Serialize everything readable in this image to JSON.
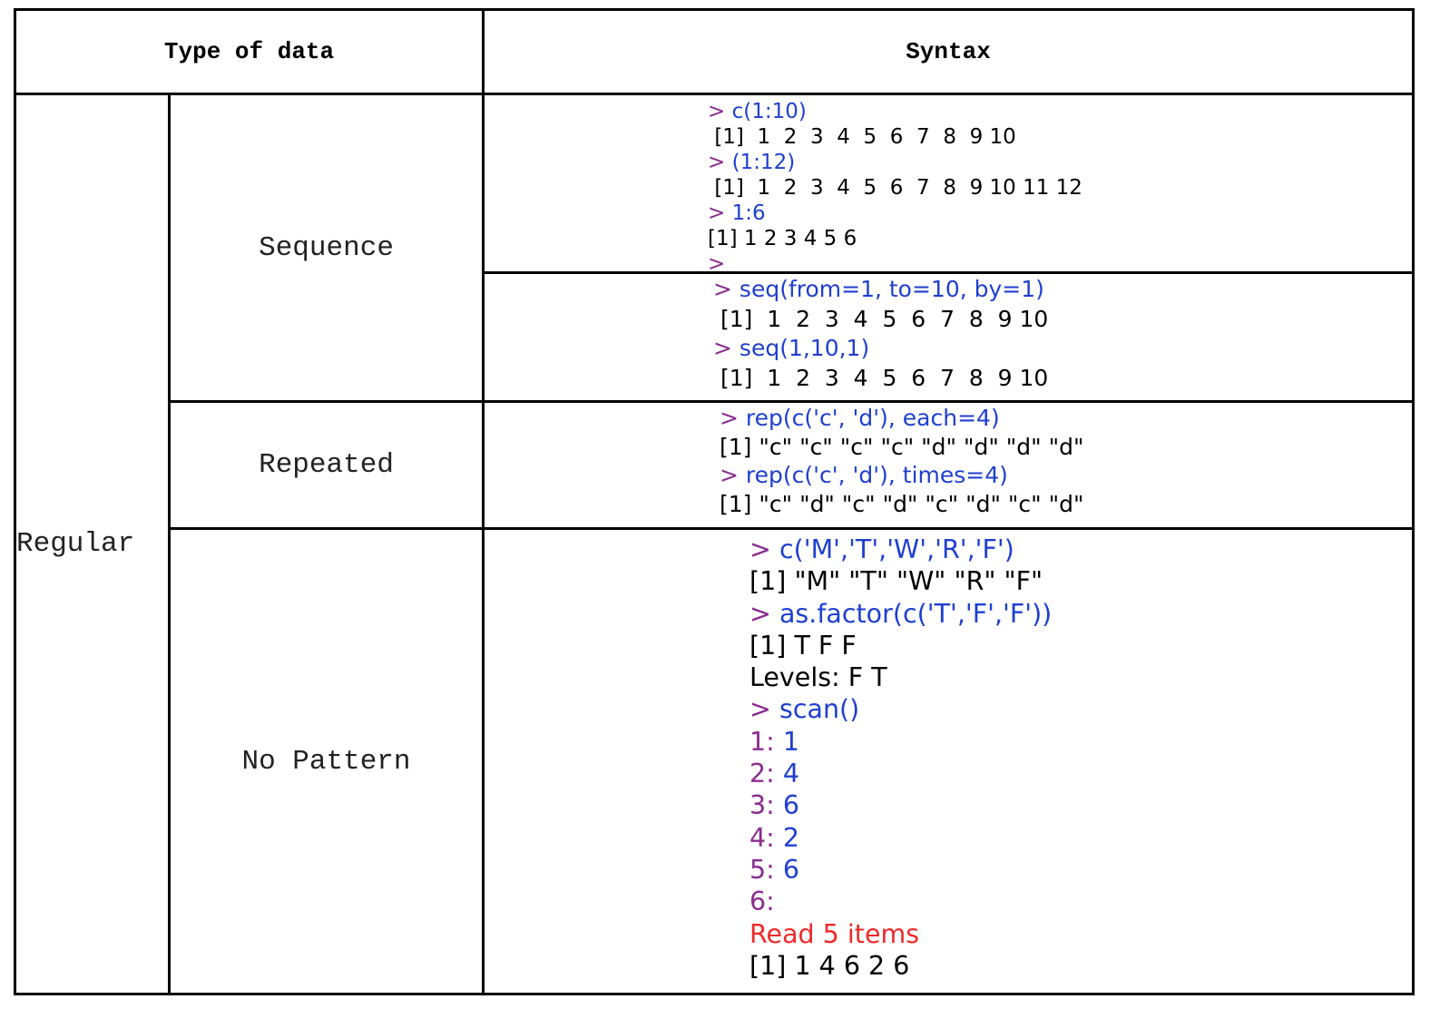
{
  "header": {
    "type_of_data": "Type of data",
    "syntax": "Syntax"
  },
  "categories": {
    "regular": "Regular",
    "sequence": "Sequence",
    "repeated": "Repeated",
    "no_pattern": "No Pattern"
  },
  "sequence_block_1": {
    "prompt": ">",
    "lines": [
      {
        "kind": "cmd",
        "text": "c(1:10)"
      },
      {
        "kind": "out",
        "text": " [1]  1  2  3  4  5  6  7  8  9 10"
      },
      {
        "kind": "cmd",
        "text": "(1:12)"
      },
      {
        "kind": "out",
        "text": " [1]  1  2  3  4  5  6  7  8  9 10 11 12"
      },
      {
        "kind": "cmd",
        "text": "1:6"
      },
      {
        "kind": "out",
        "text": "[1] 1 2 3 4 5 6"
      },
      {
        "kind": "prompt",
        "text": ""
      }
    ]
  },
  "sequence_block_2": {
    "prompt": ">",
    "lines": [
      {
        "kind": "cmd",
        "text": "seq(from=1, to=10, by=1)"
      },
      {
        "kind": "out",
        "text": " [1]  1  2  3  4  5  6  7  8  9 10"
      },
      {
        "kind": "cmd",
        "text": "seq(1,10,1)"
      },
      {
        "kind": "out",
        "text": " [1]  1  2  3  4  5  6  7  8  9 10"
      }
    ]
  },
  "repeated_block": {
    "prompt": ">",
    "lines": [
      {
        "kind": "cmd",
        "text": "rep(c('c', 'd'), each=4)"
      },
      {
        "kind": "out",
        "text": "[1] \"c\" \"c\" \"c\" \"c\" \"d\" \"d\" \"d\" \"d\""
      },
      {
        "kind": "cmd",
        "text": "rep(c('c', 'd'), times=4)"
      },
      {
        "kind": "out",
        "text": "[1] \"c\" \"d\" \"c\" \"d\" \"c\" \"d\" \"c\" \"d\""
      }
    ]
  },
  "no_pattern_block": {
    "prompt": ">",
    "lines": [
      {
        "kind": "cmd",
        "text": "c('M','T','W','R','F')"
      },
      {
        "kind": "out",
        "text": "[1] \"M\" \"T\" \"W\" \"R\" \"F\""
      },
      {
        "kind": "cmd",
        "text": "as.factor(c('T','F','F'))"
      },
      {
        "kind": "out",
        "text": "[1] T F F"
      },
      {
        "kind": "out",
        "text": "Levels: F T"
      },
      {
        "kind": "cmd",
        "text": "scan()"
      },
      {
        "kind": "scan",
        "n": "1:",
        "v": "1"
      },
      {
        "kind": "scan",
        "n": "2:",
        "v": "4"
      },
      {
        "kind": "scan",
        "n": "3:",
        "v": "6"
      },
      {
        "kind": "scan",
        "n": "4:",
        "v": "2"
      },
      {
        "kind": "scan",
        "n": "5:",
        "v": "6"
      },
      {
        "kind": "scan",
        "n": "6:",
        "v": ""
      },
      {
        "kind": "read",
        "text": "Read 5 items"
      },
      {
        "kind": "out",
        "text": "[1] 1 4 6 2 6"
      }
    ]
  },
  "colors": {
    "command": "#1f3fd0",
    "prompt": "#8a2d8f",
    "message": "#ee2a2a",
    "output": "#000000",
    "border": "#000000"
  }
}
